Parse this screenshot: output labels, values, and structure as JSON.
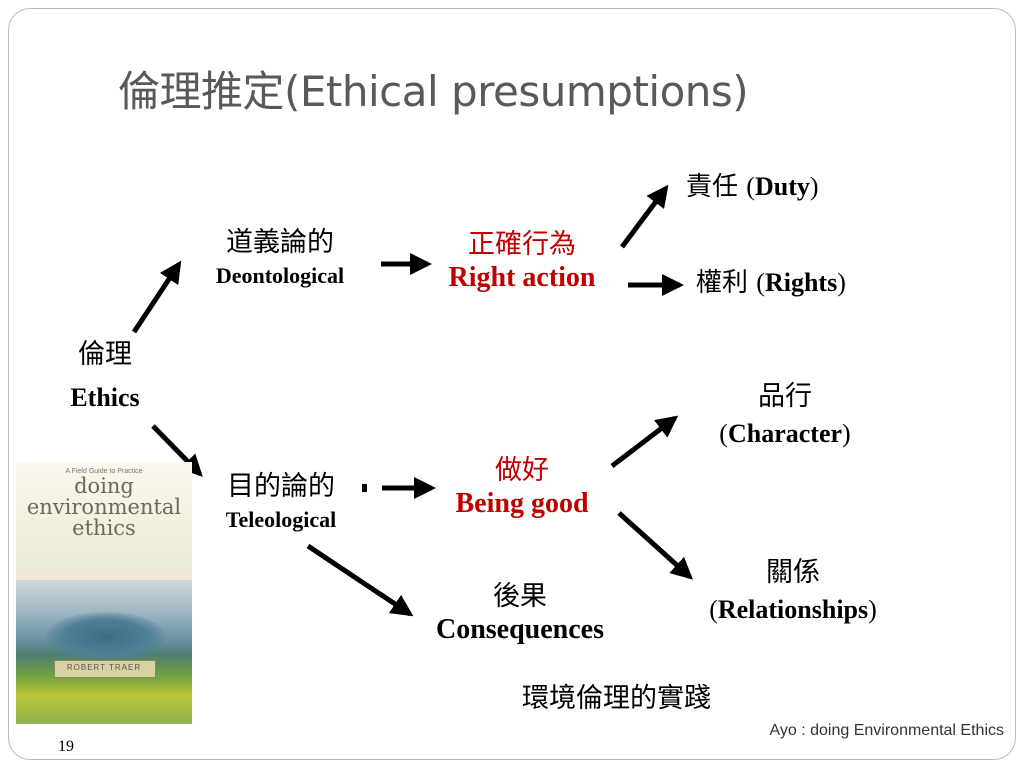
{
  "title": "倫理推定(Ethical presumptions)",
  "nodes": {
    "ethics": {
      "cn": "倫理",
      "en": "Ethics"
    },
    "deontological": {
      "cn": "道義論的",
      "en": "Deontological"
    },
    "teleological": {
      "cn": "目的論的",
      "en": "Teleological"
    },
    "right_action": {
      "cn": "正確行為",
      "en": "Right action"
    },
    "being_good": {
      "cn": "做好",
      "en": "Being good"
    },
    "consequences": {
      "cn": "後果",
      "en": "Consequences"
    },
    "duty": {
      "cn": "責任",
      "open": "(",
      "en": "Duty",
      "close": ")"
    },
    "rights": {
      "cn": "權利",
      "open": "(",
      "en": "Rights",
      "close": ")"
    },
    "character": {
      "cn": "品行",
      "open": "(",
      "en": "Character",
      "close": ")"
    },
    "relationships": {
      "cn": "關係",
      "open": "(",
      "en": "Relationships",
      "close": ")"
    }
  },
  "colors": {
    "accent_red": "#c00000",
    "title_gray": "#595959"
  },
  "book": {
    "kicker": "A Field Guide to Practice",
    "title_lines": [
      "doing",
      "environmental",
      "ethics"
    ],
    "author": "ROBERT TRAER"
  },
  "caption": "環境倫理的實踐",
  "footer": "Ayo : doing Environmental Ethics",
  "page_number": "19"
}
